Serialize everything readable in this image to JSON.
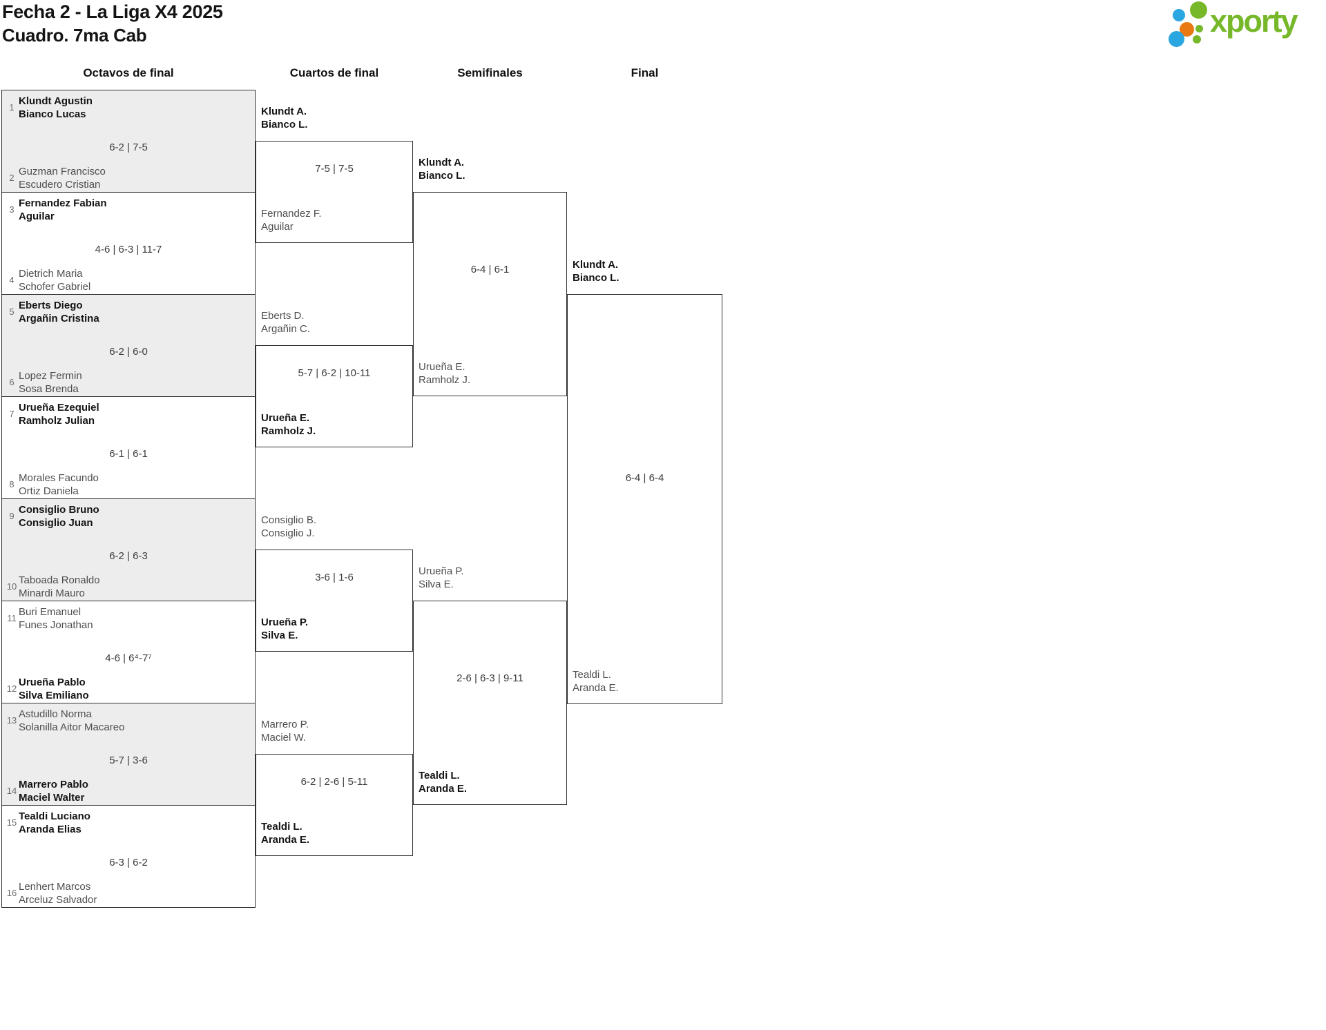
{
  "page": {
    "title_line1": "Fecha 2 - La Liga X4 2025",
    "title_line2": "Cuadro. 7ma Cab"
  },
  "logo": {
    "text": "xporty",
    "green": "#76b82a",
    "blue": "#2aa7e0",
    "orange": "#e87913"
  },
  "round_headers": [
    "Octavos de final",
    "Cuartos de final",
    "Semifinales",
    "Final"
  ],
  "octavos": [
    {
      "seed_top": "1",
      "top1": "Klundt Agustin",
      "top2": "Bianco Lucas",
      "score": "6-2 | 7-5",
      "seed_bottom": "2",
      "bottom1": "Guzman Francisco",
      "bottom2": "Escudero Cristian",
      "winner": "top"
    },
    {
      "seed_top": "3",
      "top1": "Fernandez Fabian",
      "top2": "Aguilar",
      "score": "4-6 | 6-3 | 11-7",
      "seed_bottom": "4",
      "bottom1": "Dietrich Maria",
      "bottom2": "Schofer Gabriel",
      "winner": "top"
    },
    {
      "seed_top": "5",
      "top1": "Eberts Diego",
      "top2": "Argañin Cristina",
      "score": "6-2 | 6-0",
      "seed_bottom": "6",
      "bottom1": "Lopez Fermin",
      "bottom2": "Sosa Brenda",
      "winner": "top"
    },
    {
      "seed_top": "7",
      "top1": "Urueña Ezequiel",
      "top2": "Ramholz Julian",
      "score": "6-1 | 6-1",
      "seed_bottom": "8",
      "bottom1": "Morales Facundo",
      "bottom2": "Ortiz Daniela",
      "winner": "top"
    },
    {
      "seed_top": "9",
      "top1": "Consiglio Bruno",
      "top2": "Consiglio Juan",
      "score": "6-2 | 6-3",
      "seed_bottom": "10",
      "bottom1": "Taboada Ronaldo",
      "bottom2": "Minardi Mauro",
      "winner": "top"
    },
    {
      "seed_top": "11",
      "top1": "Buri Emanuel",
      "top2": "Funes Jonathan",
      "score": "4-6 | 6⁴-7⁷",
      "seed_bottom": "12",
      "bottom1": "Urueña Pablo",
      "bottom2": "Silva Emiliano",
      "winner": "bottom"
    },
    {
      "seed_top": "13",
      "top1": "Astudillo Norma",
      "top2": "Solanilla Aitor Macareo",
      "score": "5-7 | 3-6",
      "seed_bottom": "14",
      "bottom1": "Marrero Pablo",
      "bottom2": "Maciel Walter",
      "winner": "bottom"
    },
    {
      "seed_top": "15",
      "top1": "Tealdi Luciano",
      "top2": "Aranda Elias",
      "score": "6-3 | 6-2",
      "seed_bottom": "16",
      "bottom1": "Lenhert Marcos",
      "bottom2": "Arceluz Salvador",
      "winner": "top"
    }
  ],
  "cuartos": [
    {
      "top1": "Klundt A.",
      "top2": "Bianco L.",
      "score": "7-5 | 7-5",
      "bottom1": "Fernandez F.",
      "bottom2": "Aguilar",
      "winner": "top"
    },
    {
      "top1": "Eberts D.",
      "top2": "Argañin C.",
      "score": "5-7 | 6-2 | 10-11",
      "bottom1": "Urueña E.",
      "bottom2": "Ramholz J.",
      "winner": "bottom"
    },
    {
      "top1": "Consiglio B.",
      "top2": "Consiglio J.",
      "score": "3-6 | 1-6",
      "bottom1": "Urueña P.",
      "bottom2": "Silva E.",
      "winner": "bottom"
    },
    {
      "top1": "Marrero P.",
      "top2": "Maciel W.",
      "score": "6-2 | 2-6 | 5-11",
      "bottom1": "Tealdi L.",
      "bottom2": "Aranda E.",
      "winner": "bottom"
    }
  ],
  "semifinales": [
    {
      "top1": "Klundt A.",
      "top2": "Bianco L.",
      "score": "6-4 | 6-1",
      "bottom1": "Urueña E.",
      "bottom2": "Ramholz J.",
      "winner": "top"
    },
    {
      "top1": "Urueña P.",
      "top2": "Silva E.",
      "score": "2-6 | 6-3 | 9-11",
      "bottom1": "Tealdi L.",
      "bottom2": "Aranda E.",
      "winner": "bottom"
    }
  ],
  "final": {
    "top1": "Klundt A.",
    "top2": "Bianco L.",
    "score": "6-4 | 6-4",
    "bottom1": "Tealdi L.",
    "bottom2": "Aranda E.",
    "winner": "top"
  }
}
